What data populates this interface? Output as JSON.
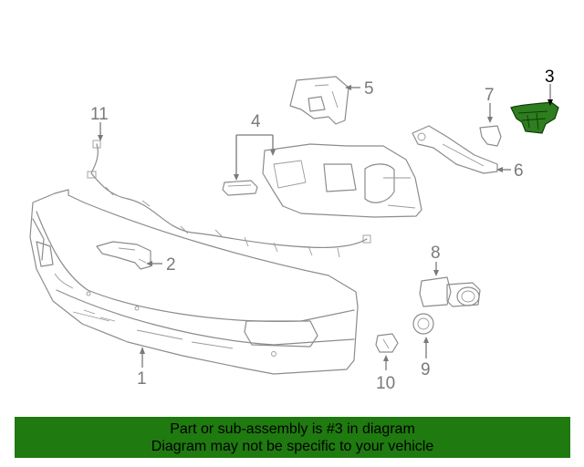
{
  "callouts": {
    "c1": "1",
    "c2": "2",
    "c3": "3",
    "c4": "4",
    "c5": "5",
    "c6": "6",
    "c7": "7",
    "c8": "8",
    "c9": "9",
    "c10": "10",
    "c11": "11"
  },
  "highlight_part": "3",
  "colors": {
    "highlight_part_fill": "#2e7d1f",
    "banner_background": "#1f7a0f",
    "line_art": "#8c8c8c"
  },
  "banner": {
    "line1": "Part or sub-assembly is #3 in diagram",
    "line2": "Diagram may not be specific to your vehicle"
  }
}
